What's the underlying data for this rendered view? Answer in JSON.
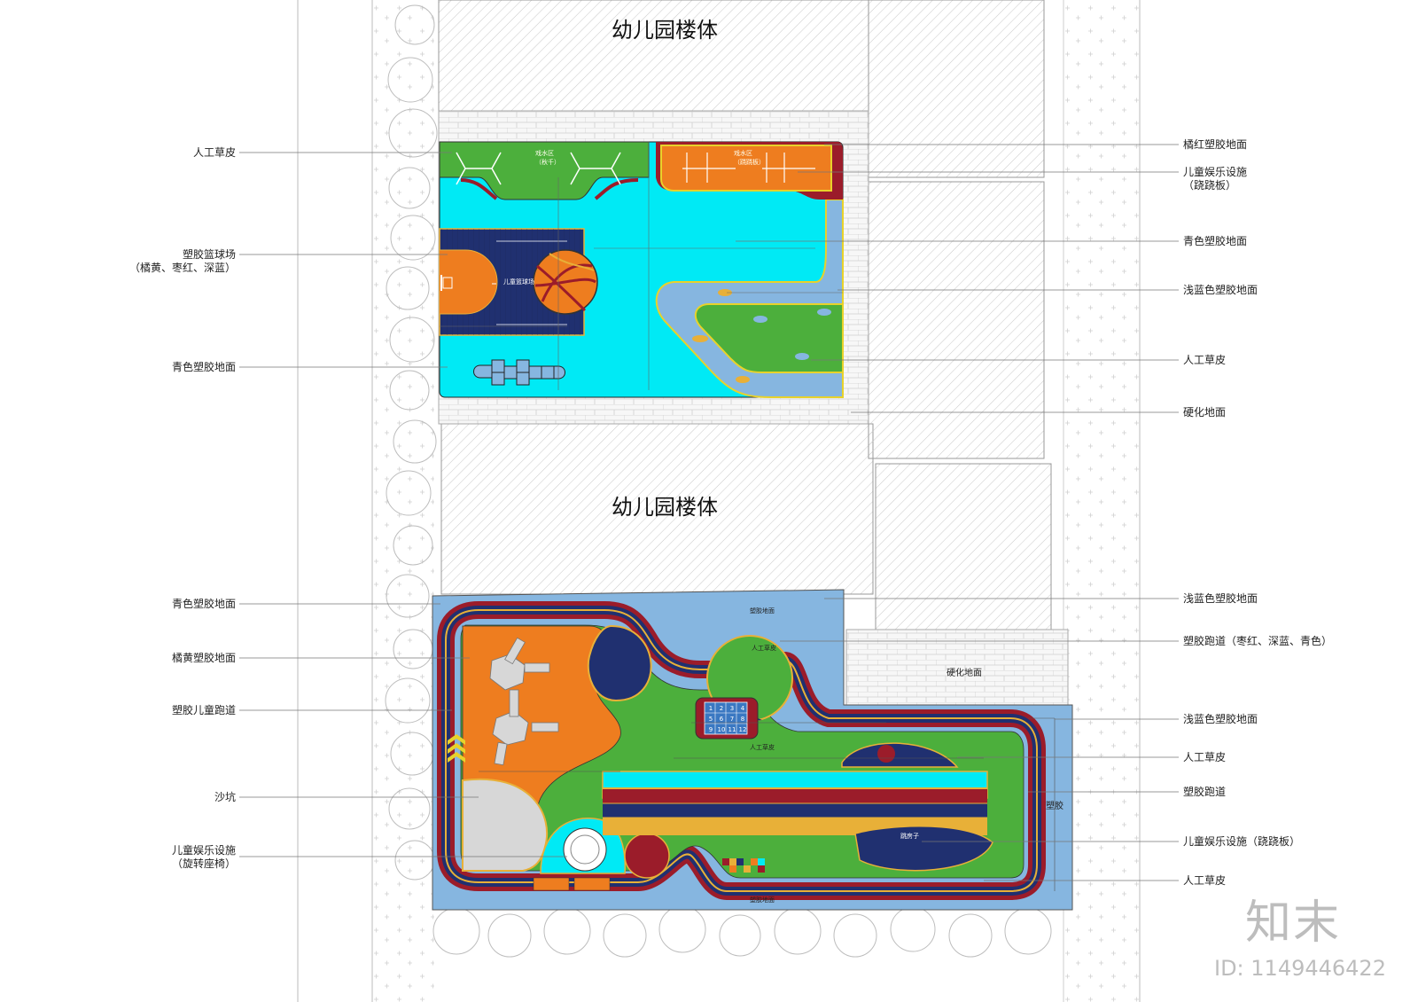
{
  "buildings": {
    "top": "幼儿园楼体",
    "middle": "幼儿园楼体"
  },
  "left_labels": [
    {
      "id": "l1",
      "text": "人工草皮"
    },
    {
      "id": "l2",
      "text": "塑胶篮球场",
      "sub": "（橘黄、枣红、深蓝）"
    },
    {
      "id": "l3",
      "text": "青色塑胶地面"
    },
    {
      "id": "l4",
      "text": "青色塑胶地面"
    },
    {
      "id": "l5",
      "text": "橘黄塑胶地面"
    },
    {
      "id": "l6",
      "text": "塑胶儿童跑道"
    },
    {
      "id": "l7",
      "text": "沙坑"
    },
    {
      "id": "l8",
      "text": "儿童娱乐设施",
      "sub": "（旋转座椅）"
    }
  ],
  "right_labels": [
    {
      "id": "r1",
      "text": "橘红塑胶地面"
    },
    {
      "id": "r2",
      "text": "儿童娱乐设施",
      "sub": "（跷跷板）"
    },
    {
      "id": "r3",
      "text": "青色塑胶地面"
    },
    {
      "id": "r4",
      "text": "浅蓝色塑胶地面"
    },
    {
      "id": "r5",
      "text": "人工草皮"
    },
    {
      "id": "r6",
      "text": "硬化地面"
    },
    {
      "id": "r7",
      "text": "浅蓝色塑胶地面"
    },
    {
      "id": "r8",
      "text": "塑胶跑道（枣红、深蓝、青色）"
    },
    {
      "id": "r9",
      "text": "浅蓝色塑胶地面"
    },
    {
      "id": "r10",
      "text": "人工草皮"
    },
    {
      "id": "r11",
      "text": "塑胶跑道"
    },
    {
      "id": "r12",
      "text": "儿童娱乐设施（跷跷板）"
    },
    {
      "id": "r13",
      "text": "人工草皮"
    }
  ],
  "inline_labels": {
    "hardened_ground": "硬化地面",
    "plastic": "塑胶",
    "plastic_ground_top": "塑胶地面",
    "plastic_ground_bottom": "塑胶地面",
    "artificial_turf_circle": "人工草皮",
    "artificial_turf_path": "人工草皮",
    "basketball_court": "儿童篮球场",
    "swing_zone": "戏水区",
    "swing_zone_sub": "（秋千）",
    "seesaw_zone": "戏水区",
    "seesaw_zone_sub": "（跷跷板）",
    "hopscotch": "跳房子"
  },
  "hopscotch_numbers": [
    "1",
    "2",
    "3",
    "4",
    "5",
    "6",
    "7",
    "8",
    "9",
    "10",
    "11",
    "12"
  ],
  "watermark": {
    "logo": "知末",
    "id": "ID: 1149446422"
  },
  "colors": {
    "cyan": "#00eaf5",
    "light_blue": "#86b6e0",
    "grass": "#4caf3c",
    "orange": "#ee7d1f",
    "navy": "#203070",
    "maroon": "#9b1c2a",
    "gold": "#e8b038",
    "sand": "#d7d7d7"
  }
}
